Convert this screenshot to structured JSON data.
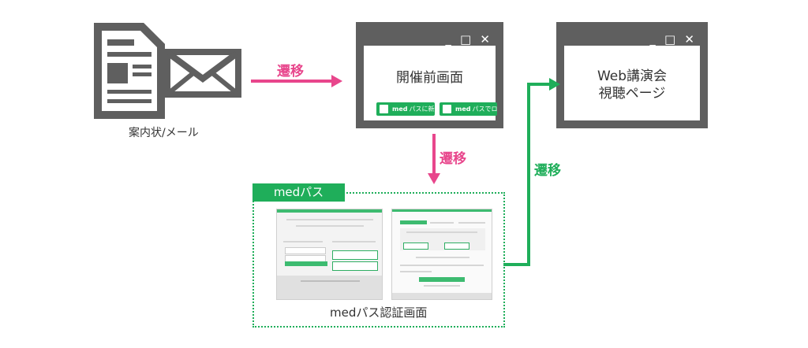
{
  "invitation": {
    "caption": "案内状/メール",
    "document_icon": "document-icon",
    "envelope_icon": "envelope-icon"
  },
  "arrows": {
    "to_pre_event": "遷移",
    "to_medpass": "遷移",
    "to_web_lecture": "遷移"
  },
  "pre_event_window": {
    "title": "開催前画面",
    "controls": "_ □ ✕",
    "register_button": {
      "brand": "med",
      "text": "パスに新規登録"
    },
    "login_button": {
      "brand": "med",
      "text": "パスでログイン"
    }
  },
  "web_lecture_window": {
    "title_line1": "Web講演会",
    "title_line2": "視聴ページ",
    "controls": "_ □ ✕"
  },
  "medpass_panel": {
    "tab_label": "medパス",
    "caption": "medパス認証画面"
  },
  "colors": {
    "pink": "#e8468c",
    "green": "#1fae5a",
    "gray": "#5f5f5f"
  }
}
